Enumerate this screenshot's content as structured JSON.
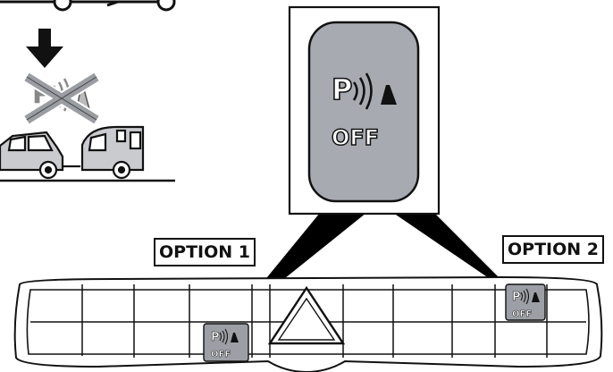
{
  "labels": {
    "option1": "OPTION 1",
    "option2": "OPTION 2"
  },
  "button": {
    "p_glyph": "P",
    "off_text": "OFF",
    "icon": "parking-sensor-icon"
  },
  "colors": {
    "button_fill": "#a7aab0",
    "button_fill_small": "#9c9fa5",
    "line": "#111111",
    "pointer": "#000000"
  }
}
